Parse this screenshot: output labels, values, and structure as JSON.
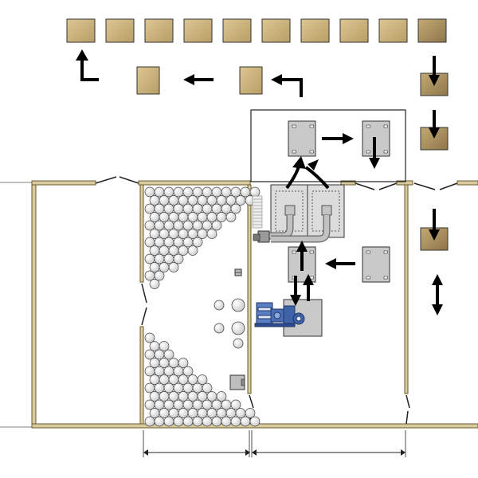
{
  "diagram": {
    "view": "plan",
    "colors": {
      "background": "#ffffff",
      "line": "#111111",
      "wall_fill": "#d9cba0",
      "wall_stroke": "#6b5a2a",
      "crate_light": "#d7c08c",
      "crate_dark": "#a88f5e",
      "machine_fill": "#c9c9c9",
      "machine_stroke": "#333333",
      "motor_blue": "#2a4c8c",
      "pipe": "#a7a7a7",
      "sphere": "#f2f2f2",
      "arrow": "#000000"
    },
    "icons": {
      "crate": "box-icon",
      "arrow": "arrow-icon",
      "elbow_arrow": "elbow-arrow-icon",
      "double_arrow": "double-arrow-icon",
      "machine": "machine-icon",
      "motor": "motor-icon",
      "sphere": "sphere-icon",
      "dimension": "dimension-line-icon"
    },
    "counts": {
      "top_row_crates": 10,
      "dimension_lines": 2
    }
  }
}
